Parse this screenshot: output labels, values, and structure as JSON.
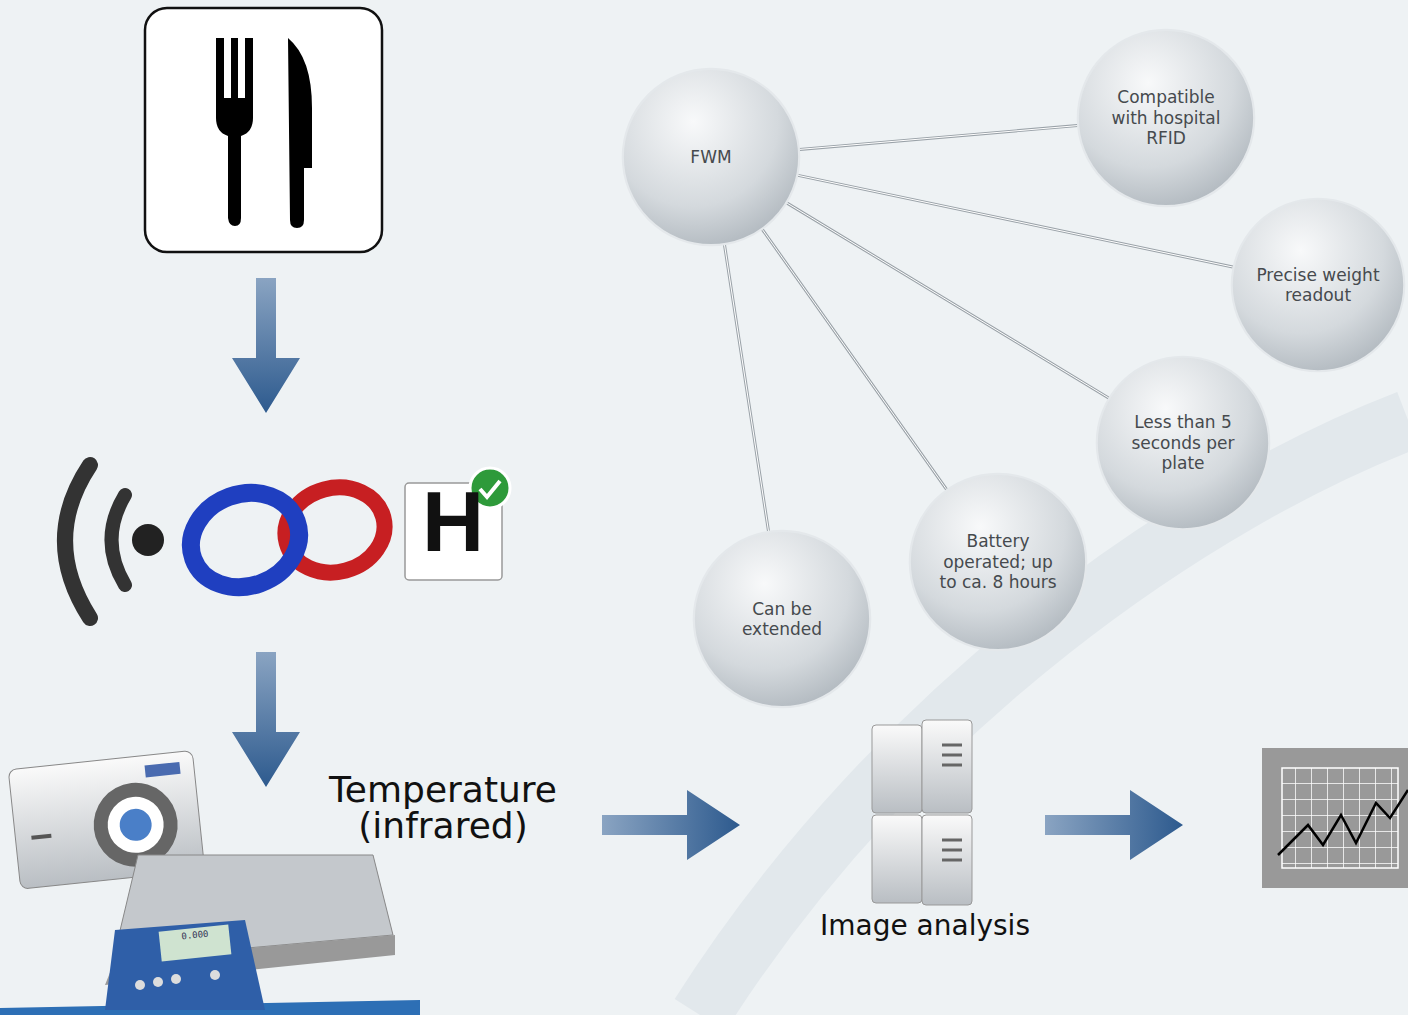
{
  "diagram": {
    "nodes": [
      {
        "text": [
          "FWM"
        ]
      },
      {
        "text": [
          "Compatible with hospital RFID"
        ]
      },
      {
        "text": [
          "Precise weight readout"
        ]
      },
      {
        "text": [
          "Less than 5 seconds per plate"
        ]
      },
      {
        "text": [
          "Battery operated; up to ca. 8 hours"
        ]
      },
      {
        "text": [
          "Can be extended"
        ]
      }
    ],
    "edges": [
      {
        "from": 0,
        "to": 1,
        "arrow": "none"
      },
      {
        "from": 0,
        "to": 2,
        "arrow": "none"
      },
      {
        "from": 0,
        "to": 3,
        "arrow": "none"
      },
      {
        "from": 0,
        "to": 4,
        "arrow": "none"
      },
      {
        "from": 0,
        "to": 5,
        "arrow": "none"
      }
    ],
    "labels": [
      "H",
      "Temperature (infrared)",
      "0.000",
      "Image analysis"
    ]
  }
}
